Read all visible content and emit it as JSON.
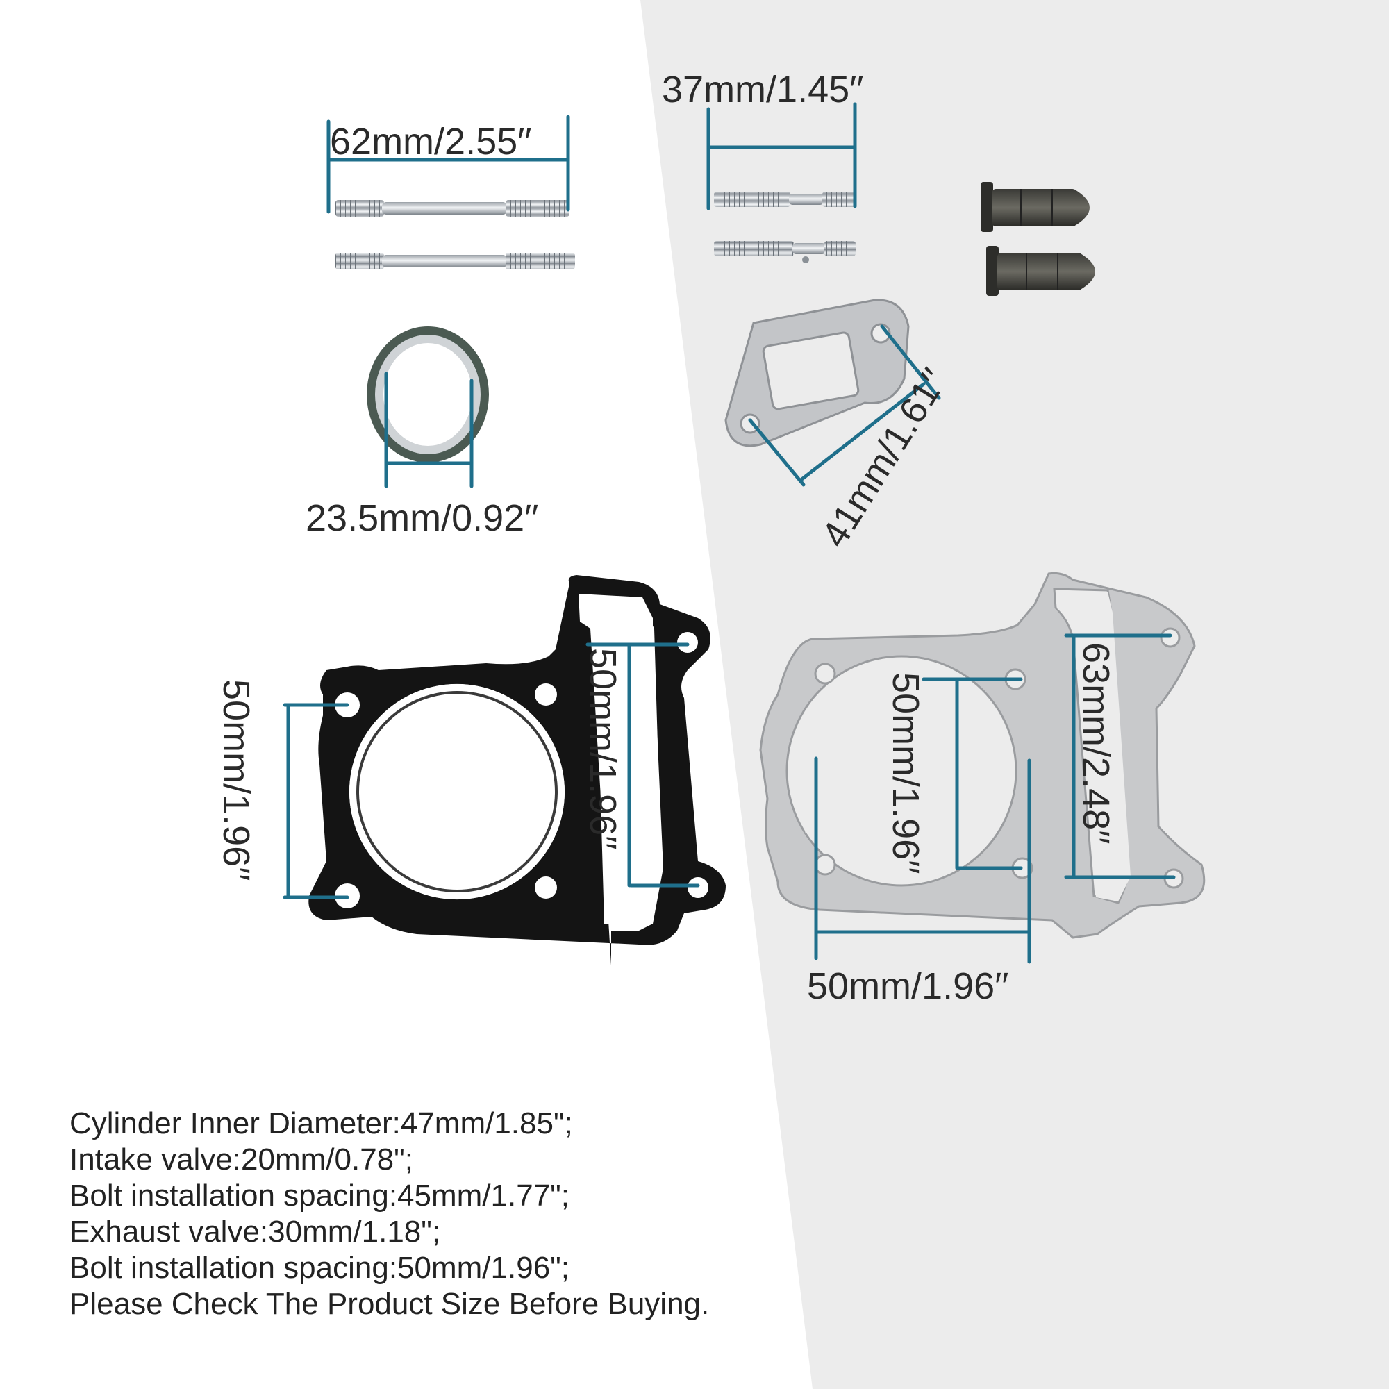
{
  "dimensions": {
    "long_stud": "62mm/2.55′′",
    "short_stud": "37mm/1.45′′",
    "exhaust_ring": "23.5mm/0.92′′",
    "intake_gasket": "41mm/1.61′′",
    "head_gasket_left": "50mm/1.96′′",
    "head_gasket_center": "50mm/1.96′′",
    "base_gasket_bolts": "50mm/1.96′′",
    "base_gasket_tall": "63mm/2.48′′",
    "base_gasket_bottom": "50mm/1.96′′"
  },
  "specs": [
    "Cylinder Inner Diameter:47mm/1.85\";",
    "Intake valve:20mm/0.78\";",
    "Bolt installation spacing:45mm/1.77\";",
    "Exhaust valve:30mm/1.18\";",
    "Bolt installation spacing:50mm/1.96\";",
    "Please Check The Product Size Before Buying."
  ],
  "colors": {
    "dimension_line": "#1f6f8b",
    "right_background": "#ececec"
  }
}
